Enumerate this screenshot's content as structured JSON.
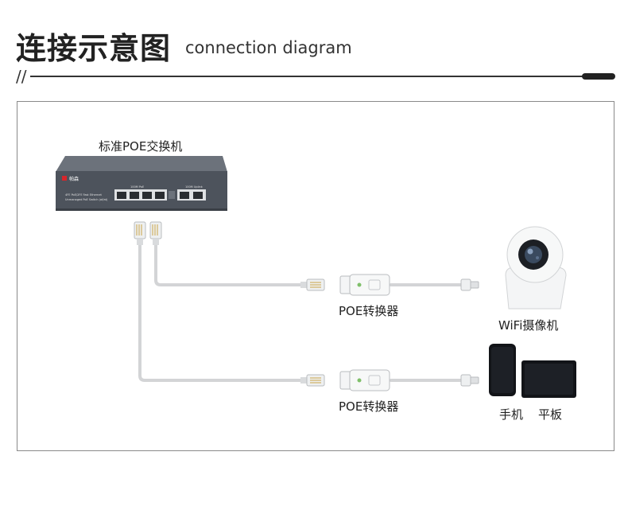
{
  "header": {
    "title_cn": "连接示意图",
    "title_en": "connection diagram",
    "slashes": "//"
  },
  "switch": {
    "label": "标准POE交换机",
    "brand": "帕森",
    "print_line1": "4FE PoE/2FE Fast Ethernet",
    "print_line2": "Unmanaged PoE Switch (af/at)",
    "poe_group_label": "100M PoE",
    "uplink_group_label": "100M Uplink"
  },
  "converters": [
    {
      "label": "POE转换器"
    },
    {
      "label": "POE转换器"
    }
  ],
  "devices": {
    "camera_label": "WiFi摄像机",
    "phone_label": "手机",
    "tablet_label": "平板"
  },
  "colors": {
    "switch_body": "#4d535c",
    "switch_top": "#6c727b",
    "cable": "#d3d4d6",
    "frame": "#8a8a8a",
    "brand_red": "#d6262b"
  }
}
